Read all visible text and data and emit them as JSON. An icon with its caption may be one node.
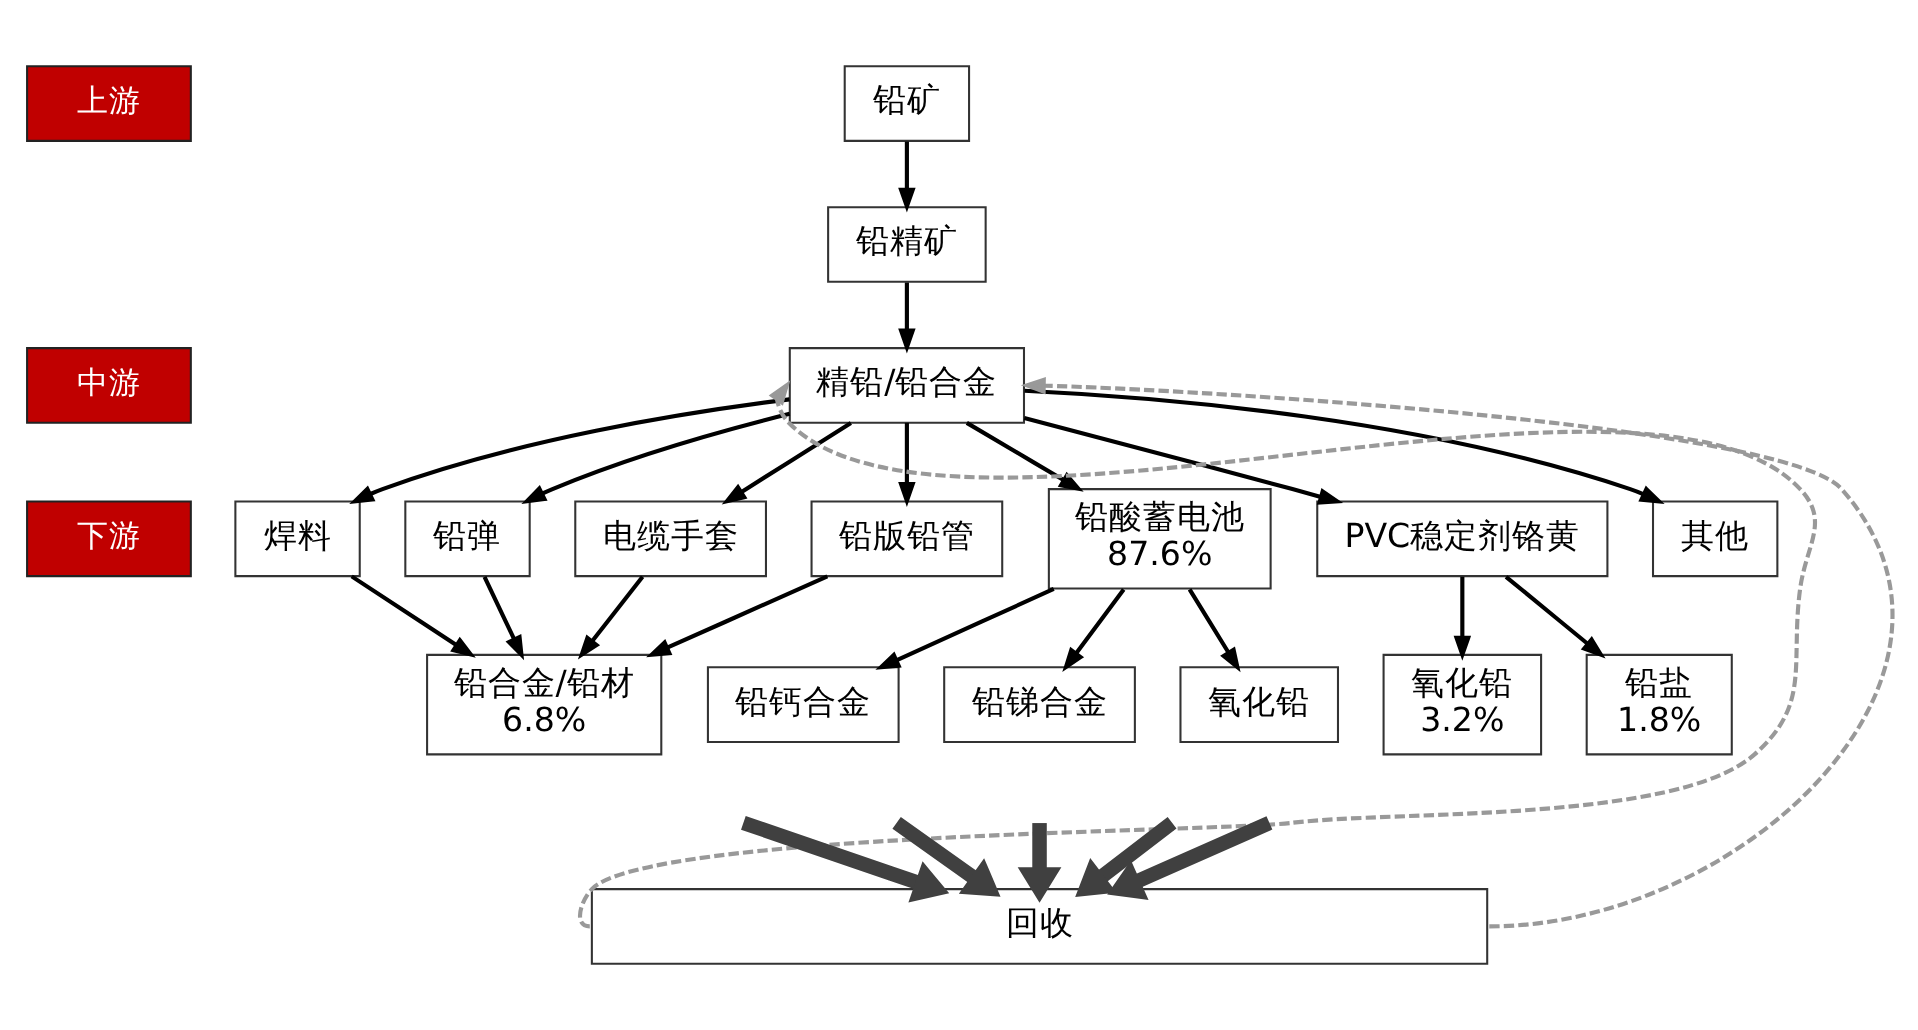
{
  "diagram": {
    "nodes": [
      {
        "text": [
          "上游"
        ]
      },
      {
        "text": [
          "中游"
        ]
      },
      {
        "text": [
          "下游"
        ]
      },
      {
        "text": [
          "铅矿"
        ]
      },
      {
        "text": [
          "铅精矿"
        ]
      },
      {
        "text": [
          "精铅/铅合金"
        ]
      },
      {
        "text": [
          "焊料"
        ]
      },
      {
        "text": [
          "铅弹"
        ]
      },
      {
        "text": [
          "电缆手套"
        ]
      },
      {
        "text": [
          "铅版铅管"
        ]
      },
      {
        "text": [
          "铅酸蓄电池",
          "87.6%"
        ]
      },
      {
        "text": [
          "PVC稳定剂铬黄"
        ]
      },
      {
        "text": [
          "其他"
        ]
      },
      {
        "text": [
          "铅合金/铅材",
          "6.8%"
        ]
      },
      {
        "text": [
          "铅钙合金"
        ]
      },
      {
        "text": [
          "铅锑合金"
        ]
      },
      {
        "text": [
          "氧化铅"
        ]
      },
      {
        "text": [
          "氧化铅",
          "3.2%"
        ]
      },
      {
        "text": [
          "铅盐",
          "1.8%"
        ]
      },
      {
        "text": [
          "回收"
        ]
      }
    ],
    "edges": [
      {
        "from": 3,
        "to": 4,
        "arrow": "to"
      },
      {
        "from": 4,
        "to": 5,
        "arrow": "to"
      },
      {
        "from": 5,
        "to": 6,
        "arrow": "to"
      },
      {
        "from": 5,
        "to": 7,
        "arrow": "to"
      },
      {
        "from": 5,
        "to": 8,
        "arrow": "to"
      },
      {
        "from": 5,
        "to": 9,
        "arrow": "to"
      },
      {
        "from": 5,
        "to": 10,
        "arrow": "to"
      },
      {
        "from": 5,
        "to": 11,
        "arrow": "to"
      },
      {
        "from": 5,
        "to": 12,
        "arrow": "to"
      },
      {
        "from": 6,
        "to": 13,
        "arrow": "to"
      },
      {
        "from": 7,
        "to": 13,
        "arrow": "to"
      },
      {
        "from": 8,
        "to": 13,
        "arrow": "to"
      },
      {
        "from": 9,
        "to": 13,
        "arrow": "to"
      },
      {
        "from": 10,
        "to": 14,
        "arrow": "to"
      },
      {
        "from": 10,
        "to": 15,
        "arrow": "to"
      },
      {
        "from": 10,
        "to": 16,
        "arrow": "to"
      },
      {
        "from": 11,
        "to": 17,
        "arrow": "to"
      },
      {
        "from": 11,
        "to": 18,
        "arrow": "to"
      },
      {
        "from": 19,
        "to": 5,
        "arrow": "to",
        "style": "dashed",
        "color": "#999999"
      },
      {
        "from": 19,
        "to": 5,
        "arrow": "to",
        "style": "dashed",
        "color": "#999999"
      },
      {
        "from": null,
        "to": 19,
        "arrow": "to",
        "style": "thick",
        "color": "#404040"
      },
      {
        "from": null,
        "to": 19,
        "arrow": "to",
        "style": "thick",
        "color": "#404040"
      },
      {
        "from": null,
        "to": 19,
        "arrow": "to",
        "style": "thick",
        "color": "#404040"
      },
      {
        "from": null,
        "to": 19,
        "arrow": "to",
        "style": "thick",
        "color": "#404040"
      },
      {
        "from": null,
        "to": 19,
        "arrow": "to",
        "style": "thick",
        "color": "#404040"
      }
    ]
  }
}
